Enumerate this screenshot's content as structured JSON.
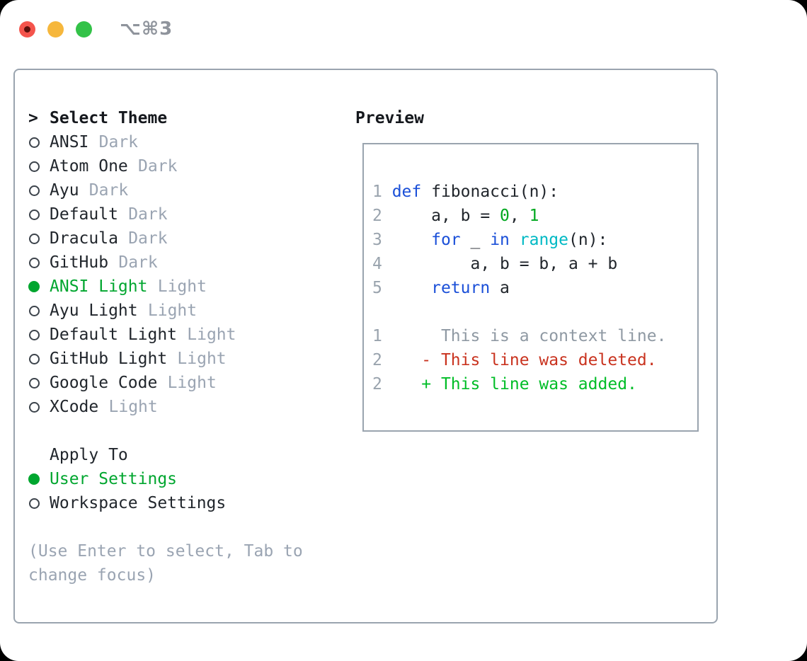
{
  "window": {
    "title": "⌥⌘3",
    "traffic_lights": [
      {
        "name": "close",
        "color": "#f4544c"
      },
      {
        "name": "minimize",
        "color": "#f6b73c"
      },
      {
        "name": "zoom",
        "color": "#33c248"
      }
    ]
  },
  "theme_panel": {
    "header": {
      "marker": ">",
      "label": "Select Theme"
    },
    "items": [
      {
        "label": "ANSI",
        "variant": "Dark",
        "selected": false
      },
      {
        "label": "Atom One",
        "variant": "Dark",
        "selected": false
      },
      {
        "label": "Ayu",
        "variant": "Dark",
        "selected": false
      },
      {
        "label": "Default",
        "variant": "Dark",
        "selected": false
      },
      {
        "label": "Dracula",
        "variant": "Dark",
        "selected": false
      },
      {
        "label": "GitHub",
        "variant": "Dark",
        "selected": false
      },
      {
        "label": "ANSI Light",
        "variant": "Light",
        "selected": true
      },
      {
        "label": "Ayu Light",
        "variant": "Light",
        "selected": false
      },
      {
        "label": "Default Light",
        "variant": "Light",
        "selected": false
      },
      {
        "label": "GitHub Light",
        "variant": "Light",
        "selected": false
      },
      {
        "label": "Google Code",
        "variant": "Light",
        "selected": false
      },
      {
        "label": "XCode",
        "variant": "Light",
        "selected": false
      }
    ]
  },
  "apply_panel": {
    "header": "Apply To",
    "items": [
      {
        "label": "User Settings",
        "selected": true
      },
      {
        "label": "Workspace Settings",
        "selected": false
      }
    ]
  },
  "help_text": "(Use Enter to select, Tab to change focus)",
  "preview": {
    "title": "Preview",
    "code_lines": [
      {
        "num": "1",
        "tokens": [
          {
            "t": "def",
            "c": "kw"
          },
          {
            "t": " fibonacci(n):",
            "c": "fg"
          }
        ]
      },
      {
        "num": "2",
        "tokens": [
          {
            "t": "    a, b = ",
            "c": "fg"
          },
          {
            "t": "0",
            "c": "num"
          },
          {
            "t": ", ",
            "c": "fg"
          },
          {
            "t": "1",
            "c": "num"
          }
        ]
      },
      {
        "num": "3",
        "tokens": [
          {
            "t": "    ",
            "c": "fg"
          },
          {
            "t": "for",
            "c": "kw"
          },
          {
            "t": " _ ",
            "c": "fg"
          },
          {
            "t": "in",
            "c": "kw"
          },
          {
            "t": " ",
            "c": "fg"
          },
          {
            "t": "range",
            "c": "fn"
          },
          {
            "t": "(n):",
            "c": "fg"
          }
        ]
      },
      {
        "num": "4",
        "tokens": [
          {
            "t": "        a, b = b, a + b",
            "c": "fg"
          }
        ]
      },
      {
        "num": "5",
        "tokens": [
          {
            "t": "    ",
            "c": "fg"
          },
          {
            "t": "return",
            "c": "kw"
          },
          {
            "t": " a",
            "c": "fg"
          }
        ]
      },
      {
        "num": "",
        "tokens": []
      },
      {
        "num": "1",
        "tokens": [
          {
            "t": "     This is a context line.",
            "c": "ctx"
          }
        ]
      },
      {
        "num": "2",
        "tokens": [
          {
            "t": "   - This line was deleted.",
            "c": "del"
          }
        ]
      },
      {
        "num": "2",
        "tokens": [
          {
            "t": "   + This line was added.",
            "c": "add"
          }
        ]
      }
    ]
  },
  "colors": {
    "text": "#21262c",
    "muted": "#9aa4b2",
    "panel_border": "#9aa4af",
    "selection_green": "#00a62f",
    "code_keyword_blue": "#1a4fd8",
    "code_number_green": "#00a81f",
    "code_function_cyan": "#00b9c4",
    "diff_context_gray": "#8f99a3",
    "diff_deleted_red": "#c9331f",
    "diff_added_green": "#00bd27",
    "line_number_gray": "#99a3ad"
  }
}
